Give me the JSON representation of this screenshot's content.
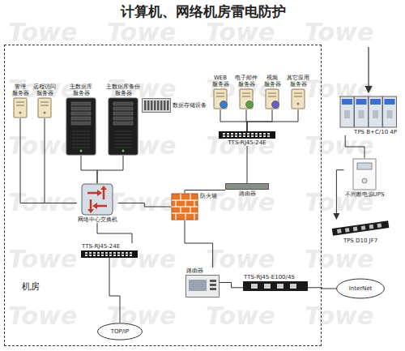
{
  "diagram": {
    "title": "计算机、网络机房雷电防护",
    "nodes": [
      {
        "text": [
          "机房"
        ]
      },
      {
        "text": [
          "管理 服务器"
        ],
        "in": 0
      },
      {
        "text": [
          "远程访问 服务器"
        ],
        "in": 0
      },
      {
        "text": [
          "主数据库 服务器"
        ],
        "in": 0
      },
      {
        "text": [
          "主数据库备份 服务器"
        ],
        "in": 0
      },
      {
        "text": [
          "数据存储设备"
        ],
        "in": 0
      },
      {
        "text": [
          "WEB 服务器"
        ],
        "in": 0
      },
      {
        "text": [
          "电子邮件 服务器"
        ],
        "in": 0
      },
      {
        "text": [
          "视频 服务器"
        ],
        "in": 0
      },
      {
        "text": [
          "其它应用 服务器"
        ],
        "in": 0
      },
      {
        "text": [
          "TTS-RJ45-24E"
        ],
        "in": 0
      },
      {
        "text": [
          "路由器"
        ],
        "in": 0
      },
      {
        "text": [
          "网络中心交换机"
        ],
        "in": 0
      },
      {
        "text": [
          "防火墙"
        ],
        "in": 0
      },
      {
        "text": [
          "TTS-RJ45-24E"
        ],
        "in": 0
      },
      {
        "text": [
          "路由器"
        ],
        "in": 0
      },
      {
        "text": [
          "TOP/IP"
        ],
        "in": 0
      },
      {
        "text": [
          "TTS-RJ45-E100/4S"
        ],
        "in": 0
      },
      {
        "text": [
          "InterNet"
        ]
      },
      {
        "text": [
          "TPS B+C/10 4P"
        ]
      },
      {
        "text": [
          "不间断电源UPS"
        ]
      },
      {
        "text": [
          "TPS D10 JF7"
        ]
      }
    ],
    "edges": [
      {
        "from": 1,
        "to": 12,
        "arrow": "none"
      },
      {
        "from": 2,
        "to": 12,
        "arrow": "none"
      },
      {
        "from": 3,
        "to": 12,
        "arrow": "none"
      },
      {
        "from": 4,
        "to": 12,
        "arrow": "none"
      },
      {
        "from": 6,
        "to": 10,
        "arrow": "none"
      },
      {
        "from": 7,
        "to": 10,
        "arrow": "none"
      },
      {
        "from": 8,
        "to": 10,
        "arrow": "none"
      },
      {
        "from": 9,
        "to": 10,
        "arrow": "none"
      },
      {
        "from": 10,
        "to": 11,
        "arrow": "none"
      },
      {
        "from": 11,
        "to": 13,
        "arrow": "none"
      },
      {
        "from": 12,
        "to": 13,
        "arrow": "none"
      },
      {
        "from": 12,
        "to": 14,
        "arrow": "none"
      },
      {
        "from": 14,
        "to": 16,
        "arrow": "none"
      },
      {
        "from": 13,
        "to": 15,
        "arrow": "none"
      },
      {
        "from": 15,
        "to": 17,
        "arrow": "none"
      },
      {
        "from": 17,
        "to": 18,
        "arrow": "none"
      },
      {
        "from": 19,
        "to": 20,
        "arrow": "none"
      },
      {
        "from": 20,
        "to": 21,
        "arrow": "to"
      }
    ],
    "labels": [
      "Towe",
      "Towe",
      "Towe",
      "Towe",
      "Towe",
      "Towe",
      "Towe",
      "Towe",
      "Towe",
      "Towe",
      "Towe",
      "Towe",
      "Towe",
      "Towe",
      "Towe",
      "Towe",
      "Towe",
      "Towe",
      "Towe",
      "Towe",
      "Towe",
      "Towe",
      "Towe",
      "Towe"
    ]
  }
}
